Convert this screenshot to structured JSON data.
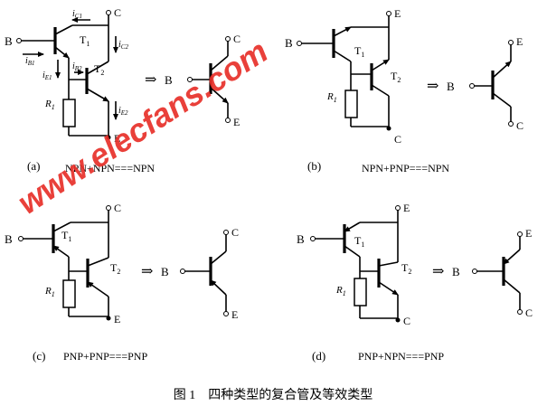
{
  "figure_caption": "图 1　四种类型的复合管及等效类型",
  "watermark": "www.elecfans.com",
  "watermark_color": "#e8302a",
  "panels": [
    {
      "id": "a",
      "label": "(a)",
      "equation": "NPN+NPN===NPN"
    },
    {
      "id": "b",
      "label": "(b)",
      "equation": "NPN+PNP===NPN"
    },
    {
      "id": "c",
      "label": "(c)",
      "equation": "PNP+PNP===PNP"
    },
    {
      "id": "d",
      "label": "(d)",
      "equation": "PNP+NPN===PNP"
    }
  ],
  "terminals": {
    "base": "B",
    "collector": "C",
    "emitter": "E"
  },
  "devices": {
    "t1": "T",
    "t1_sub": "1",
    "t2": "T",
    "t2_sub": "2",
    "resistor": "R",
    "resistor_sub": "1"
  },
  "currents": {
    "ic1": "i",
    "ic1_sub": "C1",
    "ic2": "i",
    "ic2_sub": "C2",
    "ib1": "i",
    "ib1_sub": "B1",
    "ie1": "i",
    "ie1_sub": "E1",
    "ib2": "i",
    "ib2_sub": "B2",
    "ie2": "i",
    "ie2_sub": "E2"
  },
  "arrow_symbol": "⇒"
}
